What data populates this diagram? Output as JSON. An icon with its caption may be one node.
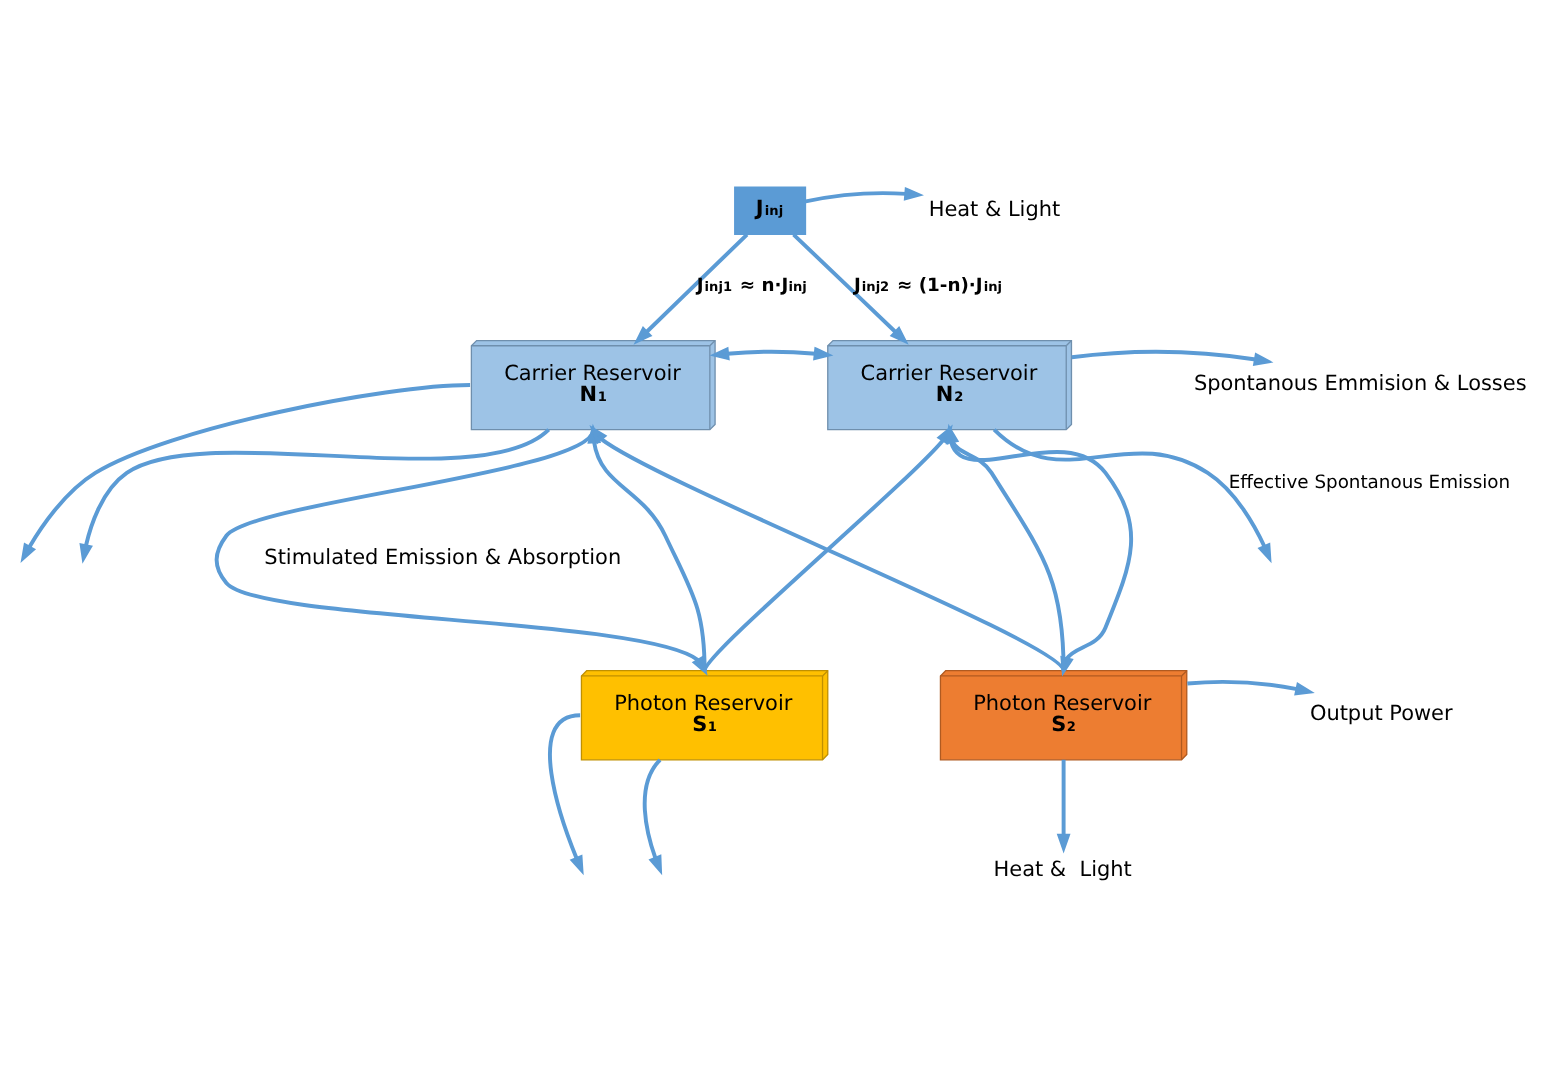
{
  "diagram": {
    "nodes": [
      {
        "text": [
          "J$_{inj}$"
        ]
      },
      {
        "text": [
          "Heat & Light"
        ]
      },
      {
        "text": [
          "Carrier Reservoir",
          "N$_{1}$"
        ]
      },
      {
        "text": [
          "Carrier Reservoir",
          "N$_{2}$"
        ]
      },
      {
        "text": [
          "Spontanous Emmision & Losses"
        ]
      },
      {
        "text": [
          "Photon Reservoir",
          "S$_{1}$"
        ]
      },
      {
        "text": [
          "Photon Reservoir",
          "S$_{2}$"
        ]
      },
      {
        "text": [
          "Output Power"
        ]
      },
      {
        "text": [
          "Heat &  Light"
        ]
      }
    ],
    "edges": [
      {
        "from": 0,
        "to": 1,
        "arrow": "to"
      },
      {
        "from": 0,
        "to": 2,
        "arrow": "to",
        "label": "J$_{inj1}$ ≈ n·J$_{inj}$"
      },
      {
        "from": 0,
        "to": 3,
        "arrow": "to",
        "label": "J$_{inj2}$ ≈ (1-n)·J$_{inj}$"
      },
      {
        "from": 2,
        "to": 3,
        "arrow": "both"
      },
      {
        "from": 2,
        "to": null,
        "arrow": "to"
      },
      {
        "from": 2,
        "to": null,
        "arrow": "to"
      },
      {
        "from": 3,
        "to": 4,
        "arrow": "to"
      },
      {
        "from": 3,
        "to": null,
        "arrow": "to",
        "label": "Effective Spontanous Emission"
      },
      {
        "from": 2,
        "to": 5,
        "arrow": "to"
      },
      {
        "from": 5,
        "to": 2,
        "arrow": "to"
      },
      {
        "from": 5,
        "to": 3,
        "arrow": "to"
      },
      {
        "from": 6,
        "to": 2,
        "arrow": "to"
      },
      {
        "from": 3,
        "to": 6,
        "arrow": "to"
      },
      {
        "from": 6,
        "to": 3,
        "arrow": "to"
      },
      {
        "from": 5,
        "to": null,
        "arrow": "to"
      },
      {
        "from": 5,
        "to": null,
        "arrow": "to"
      },
      {
        "from": 6,
        "to": 7,
        "arrow": "to"
      },
      {
        "from": 6,
        "to": 8,
        "arrow": "to"
      }
    ],
    "labels": [
      "Stimulated Emission & Absorption"
    ]
  }
}
